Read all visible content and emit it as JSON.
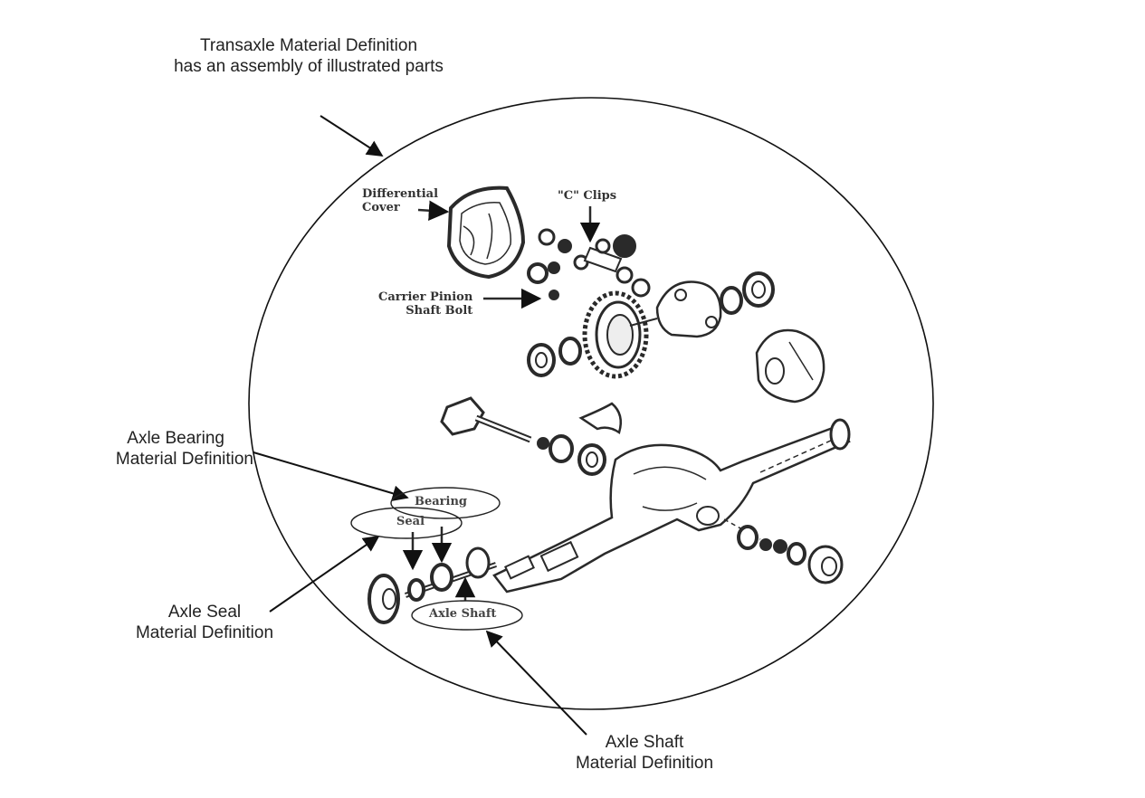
{
  "captions": {
    "transaxle": [
      "Transaxle Material Definition",
      "has an assembly of illustrated parts"
    ],
    "axle_bearing": [
      "Axle Bearing",
      "Material Definition"
    ],
    "axle_seal": [
      "Axle Seal",
      "Material Definition"
    ],
    "axle_shaft": [
      "Axle Shaft",
      "Material Definition"
    ]
  },
  "illustration_labels": {
    "differential_cover": [
      "Differential",
      "Cover"
    ],
    "c_clips": "\"C\" Clips",
    "carrier_pinion": [
      "Carrier Pinion",
      "Shaft Bolt"
    ]
  },
  "ovals": {
    "bearing": "Bearing",
    "seal": "Seal",
    "axle_shaft": "Axle Shaft"
  },
  "colors": {
    "line": "#111111",
    "text": "#222222",
    "part": "#2a2a2a"
  }
}
